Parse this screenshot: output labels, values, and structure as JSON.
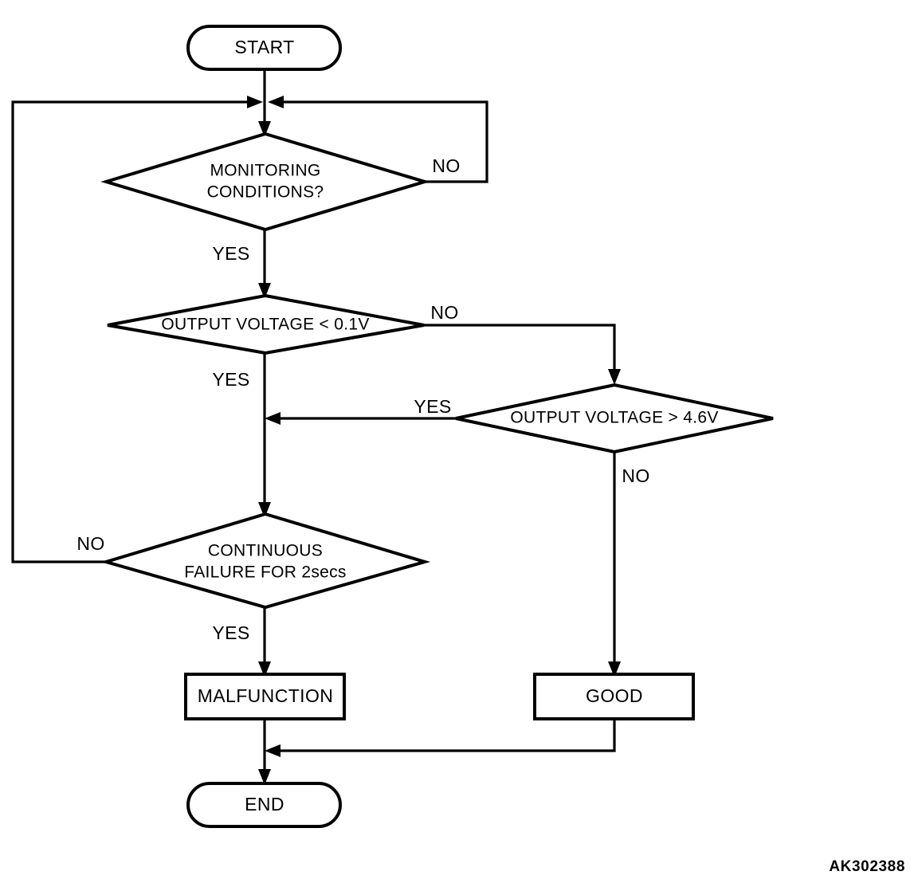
{
  "figure": {
    "code": "AK302388",
    "background_color": "#ffffff",
    "line_color": "#000000"
  },
  "nodes": {
    "start": {
      "label": "START",
      "shape": "stadium"
    },
    "monitoring": {
      "label_line1": "MONITORING",
      "label_line2": "CONDITIONS?",
      "shape": "diamond"
    },
    "voltage_low": {
      "label": "OUTPUT VOLTAGE < 0.1V",
      "shape": "diamond"
    },
    "voltage_high": {
      "label": "OUTPUT VOLTAGE > 4.6V",
      "shape": "diamond"
    },
    "continuous_failure": {
      "label_line1": "CONTINUOUS",
      "label_line2": "FAILURE FOR 2secs",
      "shape": "diamond"
    },
    "malfunction": {
      "label": "MALFUNCTION",
      "shape": "rectangle"
    },
    "good": {
      "label": "GOOD",
      "shape": "rectangle"
    },
    "end": {
      "label": "END",
      "shape": "stadium"
    }
  },
  "edge_labels": {
    "monitoring_no": "NO",
    "monitoring_yes": "YES",
    "voltage_low_no": "NO",
    "voltage_low_yes": "YES",
    "voltage_high_yes": "YES",
    "voltage_high_no": "NO",
    "failure_no": "NO",
    "failure_yes": "YES"
  }
}
